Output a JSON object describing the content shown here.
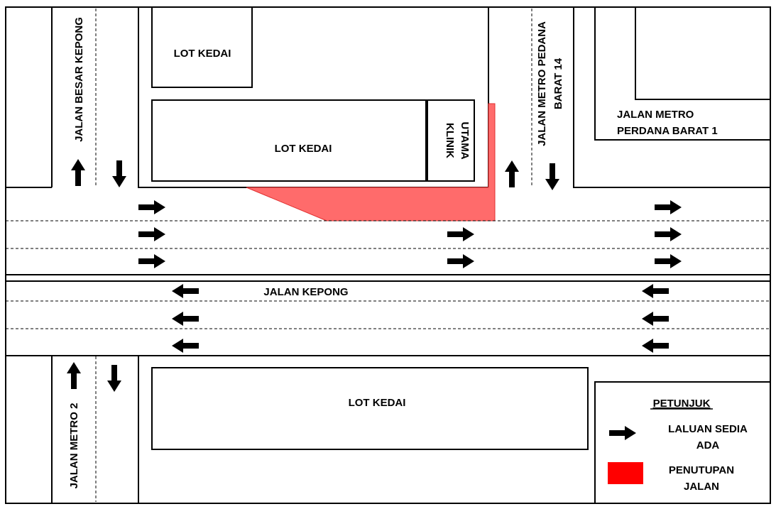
{
  "map": {
    "roads": {
      "jalan_besar_kepong": "JALAN BESAR KEPONG",
      "jalan_metro_pedana_barat_14_line1": "JALAN METRO PEDANA",
      "jalan_metro_pedana_barat_14_line2": "BARAT 14",
      "jalan_metro_perdana_barat_1_line1": "JALAN METRO",
      "jalan_metro_perdana_barat_1_line2": "PERDANA BARAT 1",
      "jalan_kepong": "JALAN KEPONG",
      "jalan_metro_2": "JALAN METRO 2"
    },
    "lots": {
      "top_small": "LOT KEDAI",
      "top_wide": "LOT KEDAI",
      "bottom": "LOT KEDAI"
    },
    "clinic": {
      "line1": "KLINIK",
      "line2": "UTAMA"
    },
    "legend": {
      "title": "PETUNJUK",
      "existing_route_line1": "LALUAN SEDIA",
      "existing_route_line2": "ADA",
      "road_closure_line1": "PENUTUPAN",
      "road_closure_line2": "JALAN"
    },
    "colors": {
      "closure": "#ff6b6b",
      "legend_closure": "#ff0000",
      "outline": "#000000",
      "arrow": "#000000"
    },
    "icons": {
      "existing_route": "arrow-right-icon",
      "road_closure": "red-square-icon"
    }
  }
}
